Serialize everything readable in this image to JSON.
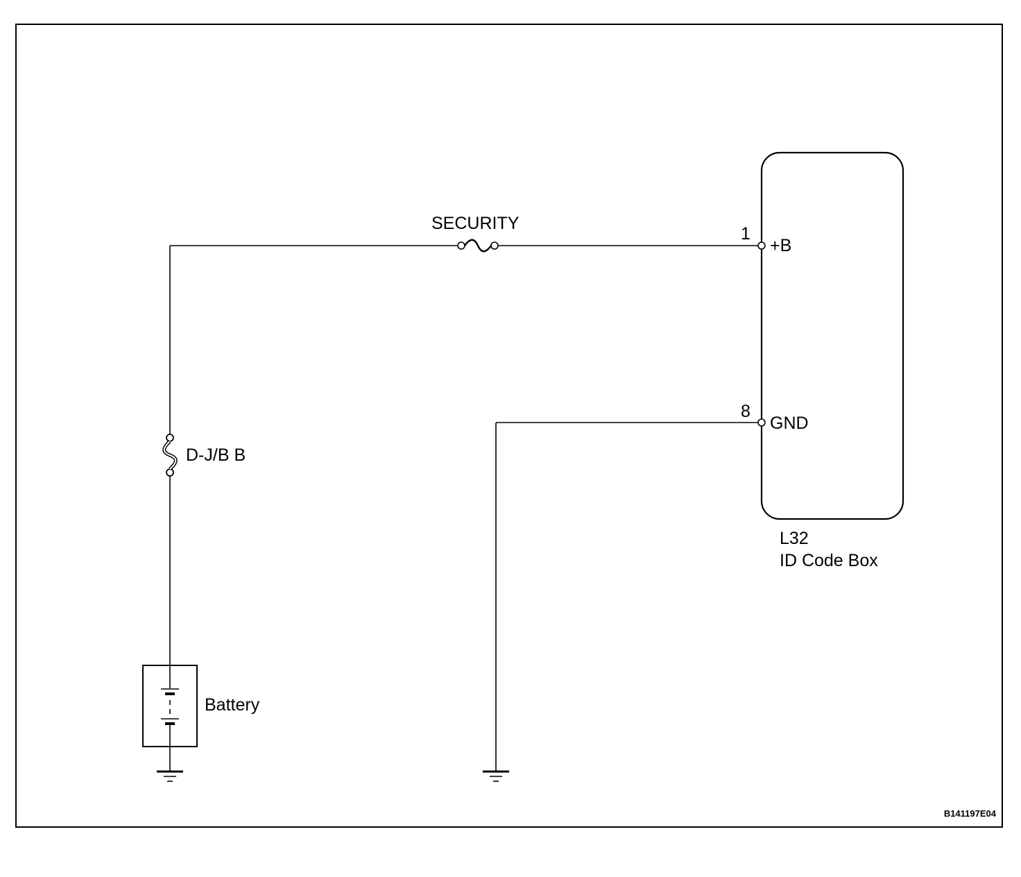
{
  "fuse_security": "SECURITY",
  "fuse_djb": "D-J/B B",
  "battery": "Battery",
  "ecu": {
    "connector": "L32",
    "name": "ID Code Box",
    "pins": [
      {
        "number": "1",
        "name": "+B"
      },
      {
        "number": "8",
        "name": "GND"
      }
    ]
  },
  "figure_code": "B141197E04"
}
